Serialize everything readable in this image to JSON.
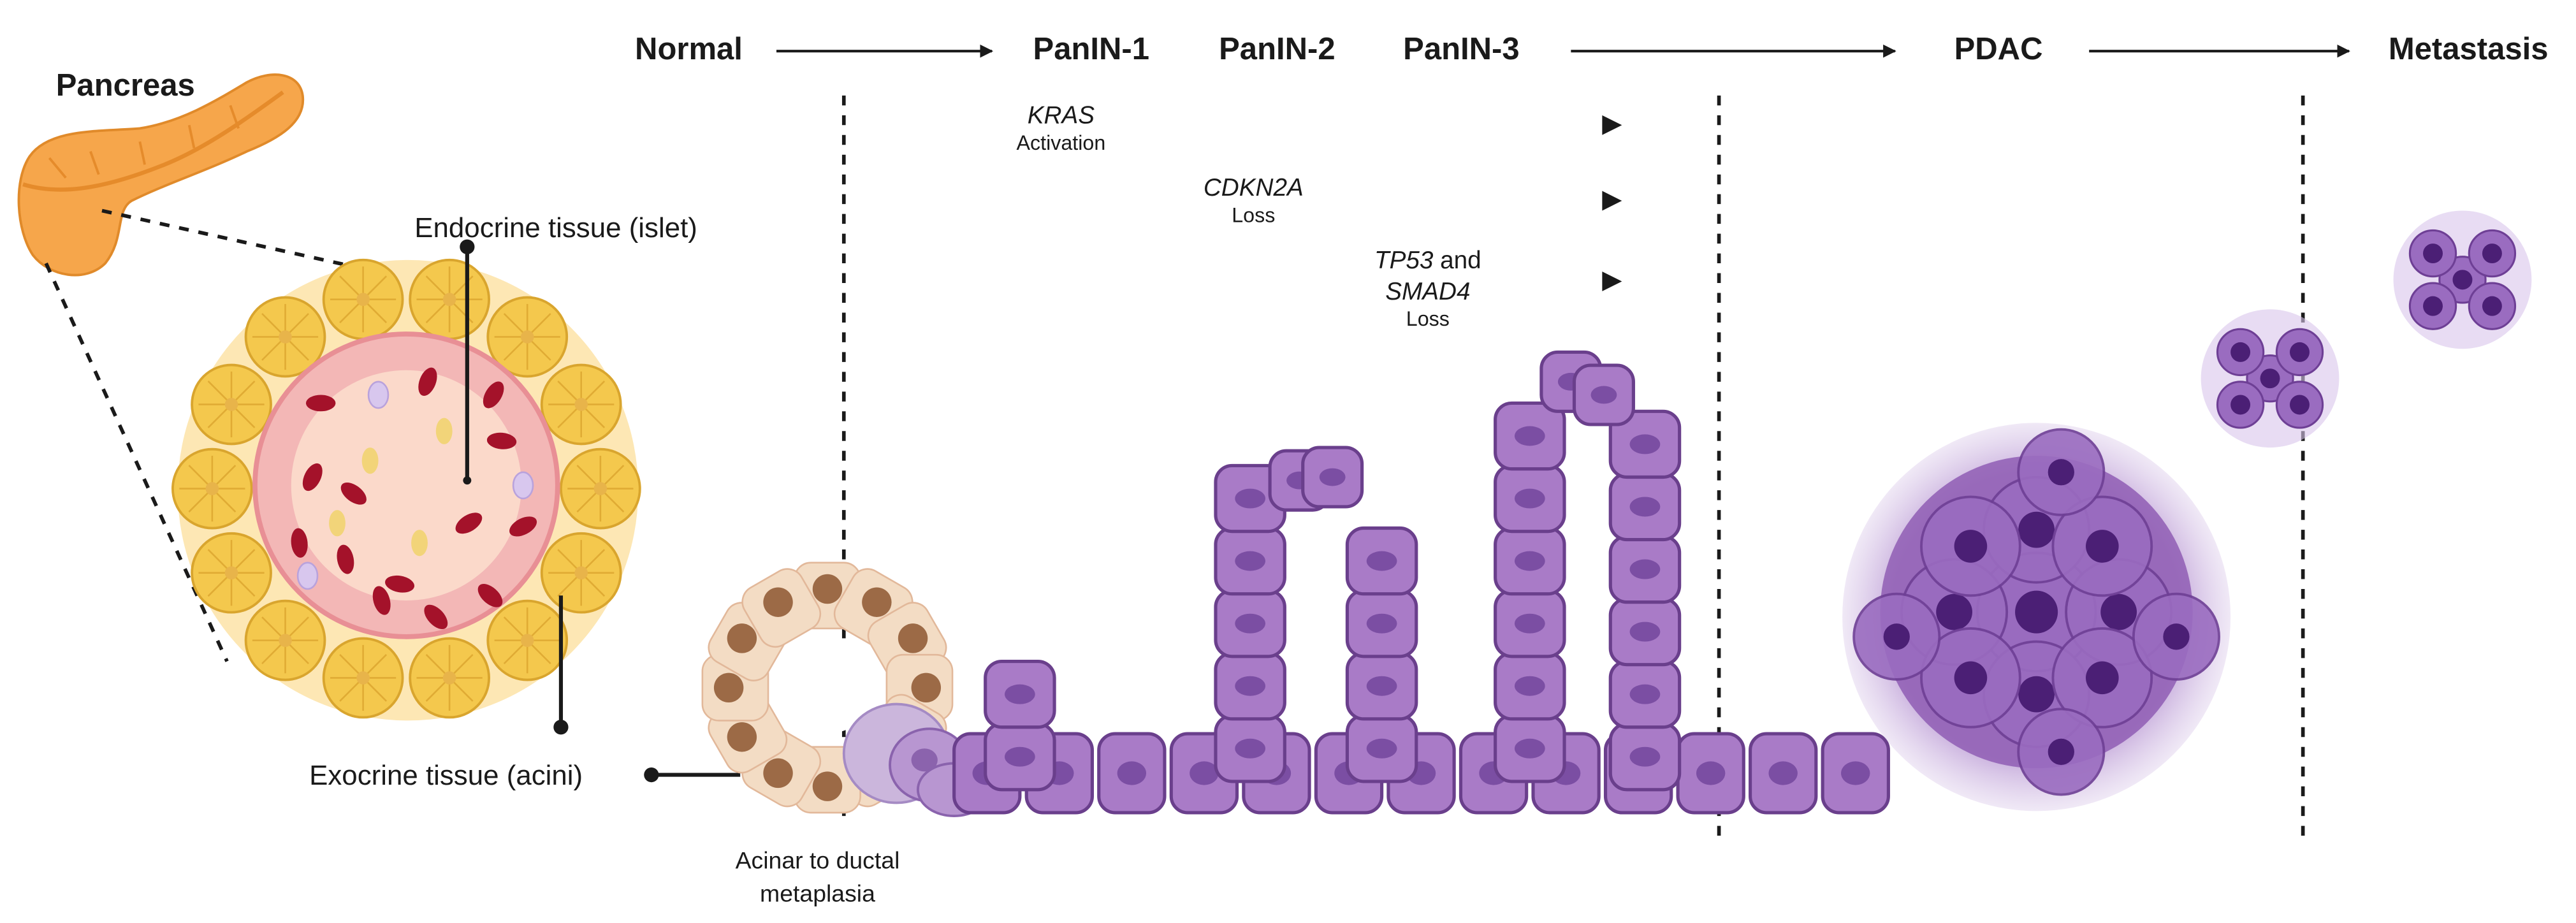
{
  "stages": {
    "normal": "Normal",
    "panin1": "PanIN-1",
    "panin2": "PanIN-2",
    "panin3": "PanIN-3",
    "pdac": "PDAC",
    "metastasis": "Metastasis"
  },
  "organ": {
    "label": "Pancreas"
  },
  "genes": {
    "kras": {
      "name": "KRAS",
      "event": "Activation"
    },
    "cdkn2a": {
      "name": "CDKN2A",
      "event": "Loss"
    },
    "tp53_smad4": {
      "name1": "TP53",
      "joiner": " and",
      "name2": "SMAD4",
      "event": "Loss"
    }
  },
  "tissues": {
    "endocrine": "Endocrine tissue (islet)",
    "exocrine": "Exocrine tissue (acini)"
  },
  "metaplasia": {
    "line1": "Acinar to ductal",
    "line2": "metaplasia"
  },
  "colors": {
    "pancreas": "#f6a64b",
    "islet": "#f3b7b6",
    "acini": "#f4c84d",
    "duct_cell": "#a97bc7",
    "tumor": "#8a5aae",
    "acinar_cell": "#f3dcc4"
  }
}
